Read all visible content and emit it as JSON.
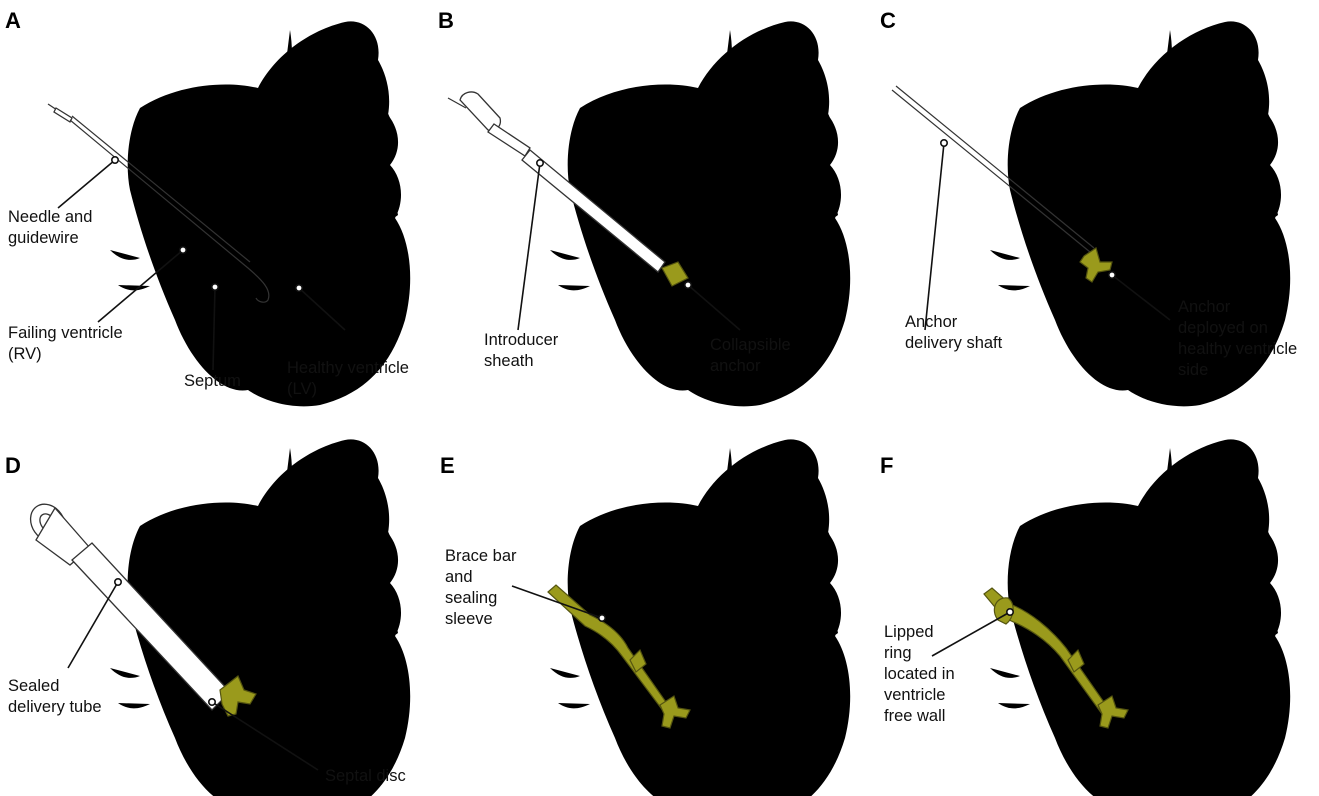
{
  "panels": [
    {
      "letter": "A",
      "labels": {
        "needle_line1": "Needle and",
        "needle_line2": "guidewire",
        "rv_line1": "Failing ventricle",
        "rv_line2": "(RV)",
        "lv_line1": "Healthy ventricle",
        "lv_line2": "(LV)",
        "septum": "Septum"
      }
    },
    {
      "letter": "B",
      "labels": {
        "sheath_line1": "Introducer",
        "sheath_line2": "sheath",
        "anchor_line1": "Collapsible",
        "anchor_line2": "anchor"
      }
    },
    {
      "letter": "C",
      "labels": {
        "shaft_line1": "Anchor",
        "shaft_line2": "delivery shaft",
        "deployed_line1": "Anchor",
        "deployed_line2": "deployed on",
        "deployed_line3": "healthy ventricle",
        "deployed_line4": "side"
      }
    },
    {
      "letter": "D",
      "labels": {
        "tube_line1": "Sealed",
        "tube_line2": "delivery tube",
        "disc": "Septal disc"
      }
    },
    {
      "letter": "E",
      "labels": {
        "brace_line1": "Brace bar",
        "brace_line2": "and",
        "brace_line3": "sealing",
        "brace_line4": "sleeve"
      }
    },
    {
      "letter": "F",
      "labels": {
        "ring_line1": "Lipped",
        "ring_line2": "ring",
        "ring_line3": "located in",
        "ring_line4": "ventricle",
        "ring_line5": "free wall"
      }
    }
  ],
  "colors": {
    "device": "#9a9a1c",
    "outline": "#3a3a3a"
  }
}
